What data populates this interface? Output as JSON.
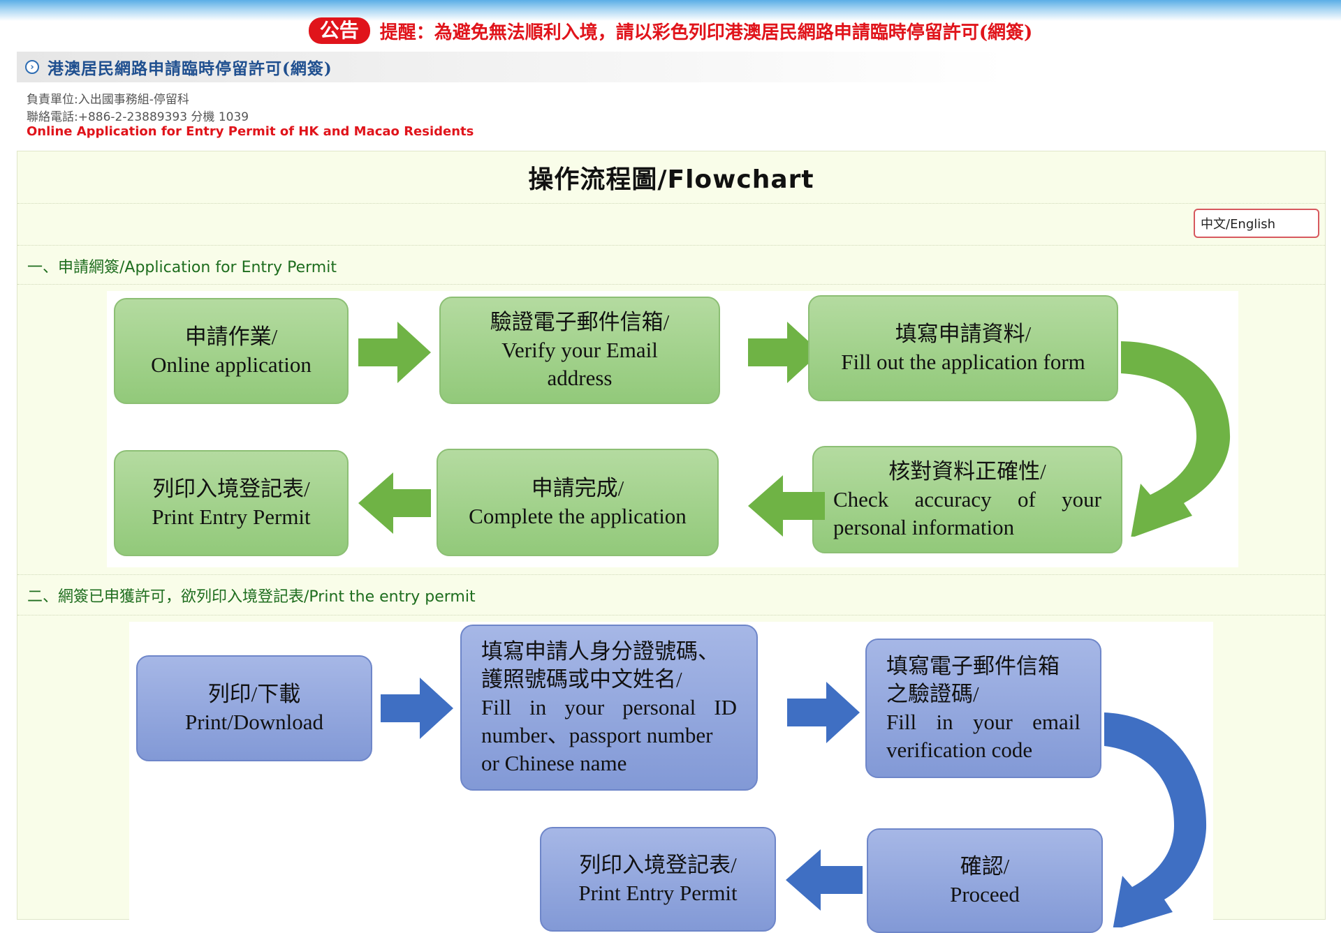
{
  "announcement": {
    "badge": "公告",
    "text": "提醒：為避免無法順利入境，請以彩色列印港澳居民網路申請臨時停留許可(網簽)"
  },
  "header": {
    "title": "港澳居民網路申請臨時停留許可(網簽)",
    "department": "負責單位:入出國事務組-停留科",
    "phone": "聯絡電話:+886-2-23889393 分機 1039",
    "english_title": "Online Application for Entry Permit of HK and Macao Residents"
  },
  "panel": {
    "title": "操作流程圖/Flowchart",
    "language_button": "中文/English"
  },
  "section1": {
    "title": "一、申請網簽/Application for Entry Permit",
    "steps": {
      "online_application": [
        "申請作業/",
        "Online application"
      ],
      "verify_email": [
        "驗證電子郵件信箱/",
        "Verify your Email",
        "address"
      ],
      "fill_form": [
        "填寫申請資料/",
        "Fill out the application form"
      ],
      "check_accuracy": [
        "核對資料正確性/",
        "Check accuracy of your",
        "personal information"
      ],
      "complete": [
        "申請完成/",
        "Complete the application"
      ],
      "print_permit": [
        "列印入境登記表/",
        "Print Entry Permit"
      ]
    }
  },
  "section2": {
    "title": "二、網簽已申獲許可，欲列印入境登記表/Print the entry permit",
    "steps": {
      "print_download": [
        "列印/下載",
        "Print/Download"
      ],
      "fill_id": [
        "填寫申請人身分證號碼、",
        "護照號碼或中文姓名/",
        "Fill in your personal ID",
        "number、passport number",
        "or Chinese name"
      ],
      "fill_code": [
        "填寫電子郵件信箱",
        "之驗證碼/",
        "Fill in your email",
        "verification code"
      ],
      "confirm": [
        "確認/",
        "Proceed"
      ],
      "print_permit": [
        "列印入境登記表/",
        "Print Entry Permit"
      ]
    }
  },
  "colors": {
    "alert_red": "#e0141b",
    "green_box": "#9fd087",
    "green_arrow": "#6fb345",
    "blue_box": "#8fa5dd",
    "blue_arrow": "#3f6fc3"
  }
}
